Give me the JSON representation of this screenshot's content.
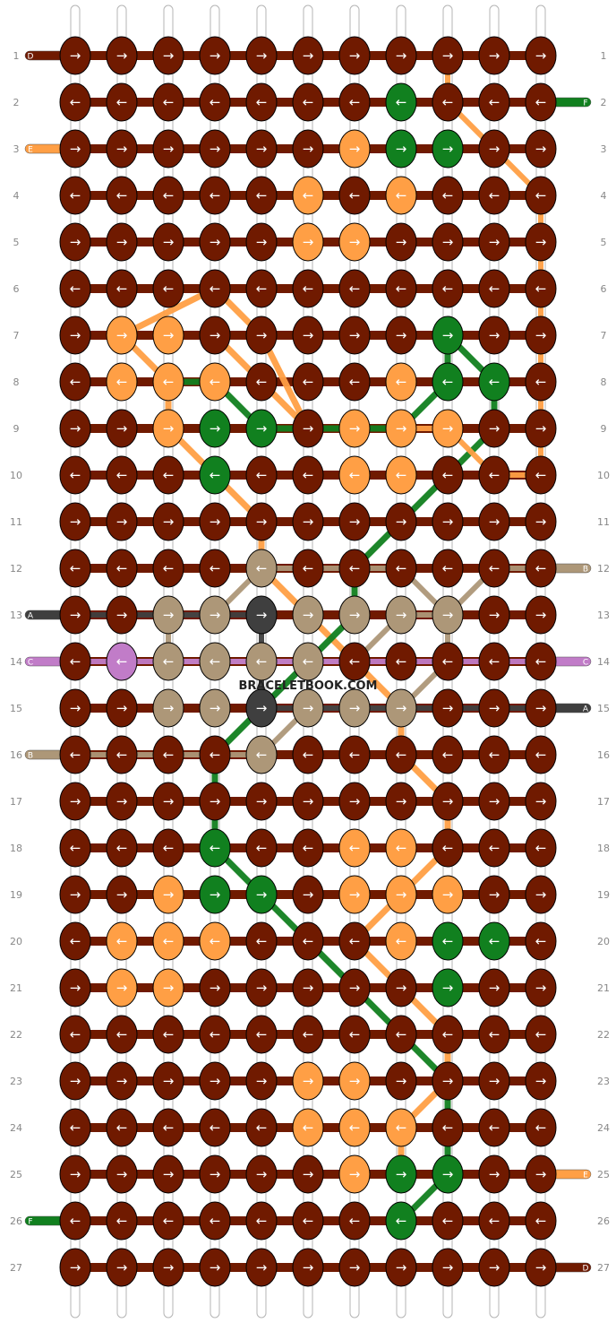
{
  "watermark": "BRACELETBOOK.COM",
  "arrow_glyphs": {
    "right": "→",
    "left": "←"
  },
  "colors": {
    "D": "#701a00",
    "F": "#11801f",
    "E": "#ff9f45",
    "B": "#ad9778",
    "A": "#3f3f3f",
    "C": "#c17cc8"
  },
  "strings_left_start": [
    {
      "row": 1,
      "label": "D",
      "color_key": "D"
    },
    {
      "row": 3,
      "label": "E",
      "color_key": "E"
    },
    {
      "row": 13,
      "label": "A",
      "color_key": "A"
    },
    {
      "row": 14,
      "label": "C",
      "color_key": "C"
    },
    {
      "row": 16,
      "label": "B",
      "color_key": "B"
    },
    {
      "row": 26,
      "label": "F",
      "color_key": "F"
    }
  ],
  "strings_right_end": [
    {
      "row": 2,
      "label": "F",
      "color_key": "F"
    },
    {
      "row": 12,
      "label": "B",
      "color_key": "B"
    },
    {
      "row": 14,
      "label": "C",
      "color_key": "C"
    },
    {
      "row": 15,
      "label": "A",
      "color_key": "A"
    },
    {
      "row": 25,
      "label": "E",
      "color_key": "E"
    },
    {
      "row": 27,
      "label": "D",
      "color_key": "D"
    }
  ],
  "row_labels": [
    "1",
    "2",
    "3",
    "4",
    "5",
    "6",
    "7",
    "8",
    "9",
    "10",
    "11",
    "12",
    "13",
    "14",
    "15",
    "16",
    "17",
    "18",
    "19",
    "20",
    "21",
    "22",
    "23",
    "24",
    "25",
    "26",
    "27"
  ],
  "columns": 11,
  "rows": [
    "DDDDDDDDDDD",
    "DDDDDDDFDDD",
    "DDDDDDEFFDD",
    "DDDDDEDEDDD",
    "DDDDDEEDDDD",
    "DDDDDDDDDDD",
    "DEEDDDDDFDD",
    "DEEEDDDEFFD",
    "DDEFFDEEEDD",
    "DDDFDDEEDDD",
    "DDDDDDDDDDD",
    "DDDDBDDDDDD",
    "DDBBABBBBDD",
    "DCBBBBDDDDD",
    "DDBBABBBDDD",
    "DDDDBDDDDDD",
    "DDDDDDDDDDD",
    "DDDFDDEEDDD",
    "DDEFFDEEEDD",
    "DEEEDDDEFFD",
    "DEEDDDDDFDD",
    "DDDDDDDDDDD",
    "DDDDDEEDDDD",
    "DDDDDEEEDDD",
    "DDDDDDEFFDD",
    "DDDDDDDFDDD",
    "DDDDDDDDDDD"
  ],
  "paths": [
    {
      "color_key": "E",
      "width": 7,
      "points": [
        [
          3,
          7
        ],
        [
          4,
          8
        ],
        [
          5,
          9
        ],
        [
          5,
          9
        ],
        [
          4,
          7
        ],
        [
          3,
          6
        ],
        [
          1,
          7
        ],
        [
          2,
          8
        ],
        [
          2,
          9
        ],
        [
          3,
          10
        ],
        [
          4,
          11
        ],
        [
          4,
          12
        ],
        [
          5,
          13
        ],
        [
          6,
          14
        ],
        [
          7,
          15
        ],
        [
          7,
          16
        ],
        [
          8,
          17
        ],
        [
          8,
          18
        ],
        [
          7,
          19
        ],
        [
          6,
          20
        ],
        [
          7,
          21
        ],
        [
          8,
          22
        ],
        [
          8,
          23
        ],
        [
          7,
          24
        ],
        [
          7,
          25
        ]
      ]
    },
    {
      "color_key": "F",
      "width": 7,
      "points": [
        [
          2,
          8
        ],
        [
          3,
          8
        ],
        [
          4,
          9
        ],
        [
          5,
          9
        ],
        [
          6,
          9
        ],
        [
          7,
          9
        ],
        [
          8,
          8
        ],
        [
          8,
          7
        ],
        [
          9,
          8
        ],
        [
          9,
          9
        ],
        [
          8,
          10
        ],
        [
          7,
          11
        ],
        [
          6,
          12
        ],
        [
          6,
          13
        ],
        [
          5,
          14
        ],
        [
          4,
          15
        ],
        [
          3,
          16
        ],
        [
          3,
          17
        ],
        [
          3,
          18
        ],
        [
          4,
          19
        ],
        [
          5,
          20
        ],
        [
          6,
          21
        ],
        [
          7,
          22
        ],
        [
          8,
          23
        ],
        [
          8,
          24
        ],
        [
          8,
          25
        ],
        [
          7,
          26
        ]
      ]
    },
    {
      "color_key": "E",
      "width": 6,
      "points": [
        [
          7,
          9
        ],
        [
          8,
          9
        ],
        [
          9,
          10
        ],
        [
          10,
          10
        ],
        [
          10,
          9
        ],
        [
          10,
          8
        ],
        [
          10,
          7
        ],
        [
          10,
          6
        ],
        [
          10,
          5
        ],
        [
          10,
          4
        ],
        [
          9,
          3
        ],
        [
          8,
          2
        ],
        [
          8,
          1
        ]
      ]
    },
    {
      "color_key": "B",
      "width": 6,
      "points": [
        [
          0,
          16
        ],
        [
          1,
          16
        ],
        [
          2,
          16
        ],
        [
          3,
          16
        ],
        [
          4,
          16
        ],
        [
          5,
          15
        ],
        [
          6,
          15
        ],
        [
          7,
          15
        ],
        [
          8,
          14
        ],
        [
          8,
          13
        ],
        [
          7,
          12
        ],
        [
          6,
          12
        ],
        [
          5,
          12
        ],
        [
          4,
          12
        ],
        [
          3,
          13
        ],
        [
          2,
          13
        ],
        [
          2,
          14
        ],
        [
          3,
          14
        ],
        [
          4,
          14
        ],
        [
          5,
          14
        ],
        [
          6,
          14
        ],
        [
          7,
          13
        ],
        [
          8,
          13
        ],
        [
          9,
          12
        ],
        [
          10,
          12
        ],
        [
          11,
          12
        ]
      ]
    },
    {
      "color_key": "A",
      "width": 6,
      "points": [
        [
          0,
          13
        ],
        [
          1,
          13
        ],
        [
          2,
          13
        ],
        [
          3,
          13
        ],
        [
          4,
          13
        ],
        [
          4,
          14
        ],
        [
          4,
          15
        ],
        [
          5,
          15
        ],
        [
          6,
          15
        ],
        [
          7,
          15
        ],
        [
          8,
          15
        ],
        [
          9,
          15
        ],
        [
          10,
          15
        ],
        [
          11,
          15
        ]
      ]
    },
    {
      "color_key": "C",
      "width": 6,
      "points": [
        [
          0,
          14
        ],
        [
          1,
          14
        ],
        [
          2,
          14
        ],
        [
          3,
          14
        ],
        [
          4,
          14
        ],
        [
          5,
          14
        ],
        [
          6,
          14
        ],
        [
          7,
          14
        ],
        [
          8,
          14
        ],
        [
          9,
          14
        ],
        [
          10,
          14
        ],
        [
          11,
          14
        ]
      ]
    }
  ]
}
